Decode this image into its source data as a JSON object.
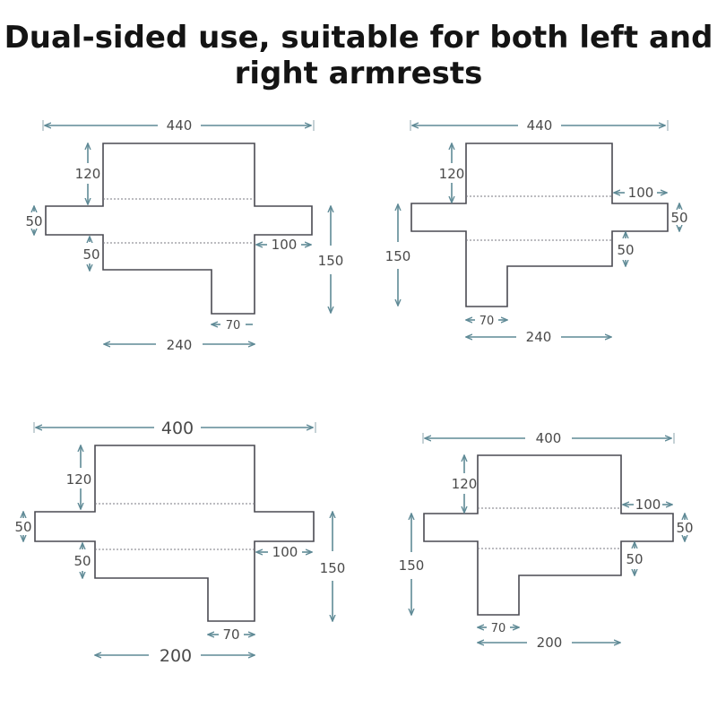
{
  "title": {
    "line1": "Dual-sided use, suitable for both left and",
    "line2": "right armrests"
  },
  "colors": {
    "outline": "#4a4a52",
    "dimension": "#5f8a96",
    "text": "#4a4a4a"
  },
  "diagrams": [
    {
      "width_top": "440",
      "back_height": "120",
      "arm_height_left": "50",
      "seat_height_left": "50",
      "arm_length": "100",
      "total_height": "150",
      "skirt_width": "70",
      "bottom_width": "240"
    },
    {
      "width_top": "440",
      "back_height": "120",
      "arm_length": "100",
      "arm_height_right": "50",
      "total_height": "150",
      "seat_height_right": "50",
      "skirt_width": "70",
      "bottom_width": "240"
    },
    {
      "width_top": "400",
      "back_height": "120",
      "arm_height_left": "50",
      "seat_height_left": "50",
      "arm_length": "100",
      "total_height": "150",
      "skirt_width": "70",
      "bottom_width": "200"
    },
    {
      "width_top": "400",
      "back_height": "120",
      "arm_length": "100",
      "arm_height_right": "50",
      "total_height": "150",
      "seat_height_right": "50",
      "skirt_width": "70",
      "bottom_width": "200"
    }
  ]
}
